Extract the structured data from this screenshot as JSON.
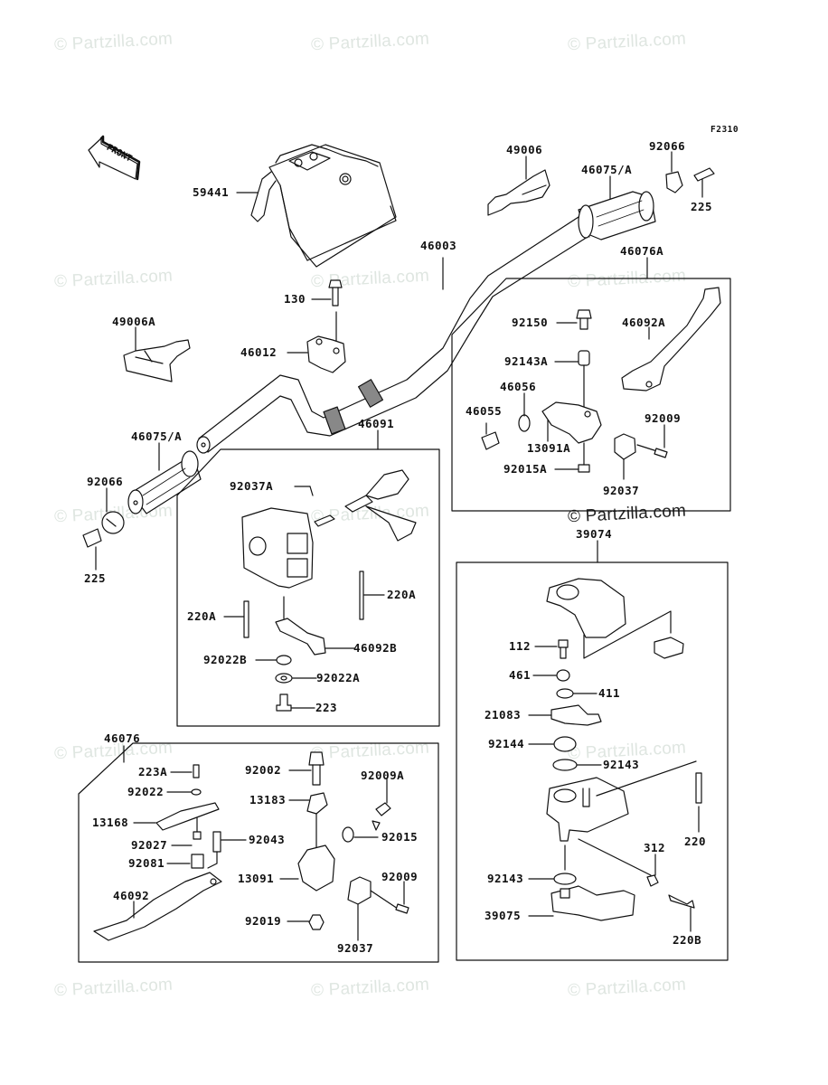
{
  "diagram": {
    "figure_code": "F2310",
    "front_indicator": "FRONT",
    "watermark": "© Partzilla.com",
    "labels": {
      "p59441": "59441",
      "p49006": "49006",
      "p46075a_right": "46075/A",
      "p92066_right": "92066",
      "p225_right": "225",
      "p46003": "46003",
      "p46076a": "46076A",
      "p130": "130",
      "p49006a": "49006A",
      "p46012": "46012",
      "p46075a_left": "46075/A",
      "p92066_left": "92066",
      "p225_left": "225",
      "p46091": "46091",
      "p39074": "39074"
    },
    "groups": {
      "clutch_lever_assy_46076a": {
        "title": "46076A",
        "parts": {
          "p92150": "92150",
          "p46092a": "46092A",
          "p92143a": "92143A",
          "p46056": "46056",
          "p46055": "46055",
          "p92009": "92009",
          "p13091a": "13091A",
          "p92015a": "92015A",
          "p92037": "92037"
        }
      },
      "switch_assy_46091": {
        "title": "46091",
        "parts": {
          "p92037a": "92037A",
          "p220a_right": "220A",
          "p220a_left": "220A",
          "p46092b": "46092B",
          "p92022b": "92022B",
          "p92022a": "92022A",
          "p223": "223"
        }
      },
      "throttle_case_39074": {
        "title": "39074",
        "parts": {
          "p112": "112",
          "p461": "461",
          "p411": "411",
          "p21083": "21083",
          "p92144": "92144",
          "p92143_top": "92143",
          "p220": "220",
          "p312": "312",
          "p92143_bottom": "92143",
          "p39075": "39075",
          "p220b": "220B"
        }
      },
      "brake_lever_assy_46076": {
        "title": "46076",
        "parts": {
          "p223a": "223A",
          "p92022": "92022",
          "p13168": "13168",
          "p92027": "92027",
          "p92081": "92081",
          "p46092": "46092",
          "p92043": "92043",
          "p92002": "92002",
          "p13183": "13183",
          "p92009a": "92009A",
          "p92015": "92015",
          "p13091": "13091",
          "p92009": "92009",
          "p92019": "92019",
          "p92037": "92037"
        }
      }
    }
  }
}
